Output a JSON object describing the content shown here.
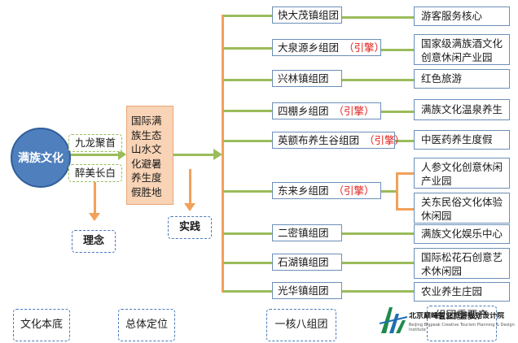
{
  "center": {
    "label": "满族文化"
  },
  "slogans": [
    "九龙聚首",
    "醉美长白"
  ],
  "concept_label": "理念",
  "positioning": {
    "text": "国际满族生态山水文化避暑养生度假胜地"
  },
  "practice_label": "实践",
  "engine_tag": "（引擎）",
  "groups": [
    {
      "name": "快大茂镇组团",
      "engine": false,
      "feature": "游客服务核心"
    },
    {
      "name": "大泉源乡组团",
      "engine": true,
      "feature": "国家级满族酒文化创意休闲产业园"
    },
    {
      "name": "兴林镇组团",
      "engine": false,
      "feature": "红色旅游"
    },
    {
      "name": "四棚乡组团",
      "engine": true,
      "feature": "满族文化温泉养生"
    },
    {
      "name": "英额布养生谷组团",
      "engine": true,
      "feature": "中医药养生度假"
    },
    {
      "name": "东来乡组团",
      "engine": true,
      "features": [
        "人参文化创意休闲产业园",
        "关东民俗文化体验休闲园"
      ]
    },
    {
      "name": "二密镇组团",
      "engine": false,
      "feature": "满族文化娱乐中心"
    },
    {
      "name": "石湖镇组团",
      "engine": false,
      "feature": "国际松花石创意艺术休闲园"
    },
    {
      "name": "光华镇组团",
      "engine": false,
      "feature": "农业养生庄园"
    }
  ],
  "bottom_labels": {
    "culture_base": "文化本底",
    "overall_position": "总体定位",
    "one_core_eight": "一核八组团",
    "key_projects": "组团重要产"
  },
  "logo": {
    "cn": "北京巅峰智业旅游规划设计院",
    "en": "Beijing Bigpeak Creative Tourism Planning & Design Institute"
  },
  "colors": {
    "green": "#9abc5a",
    "orange": "#f1a15a",
    "blue_fill": "#4f7fbd",
    "engine_red": "#e0201b",
    "positioning_fill": "#f8d3b5"
  }
}
